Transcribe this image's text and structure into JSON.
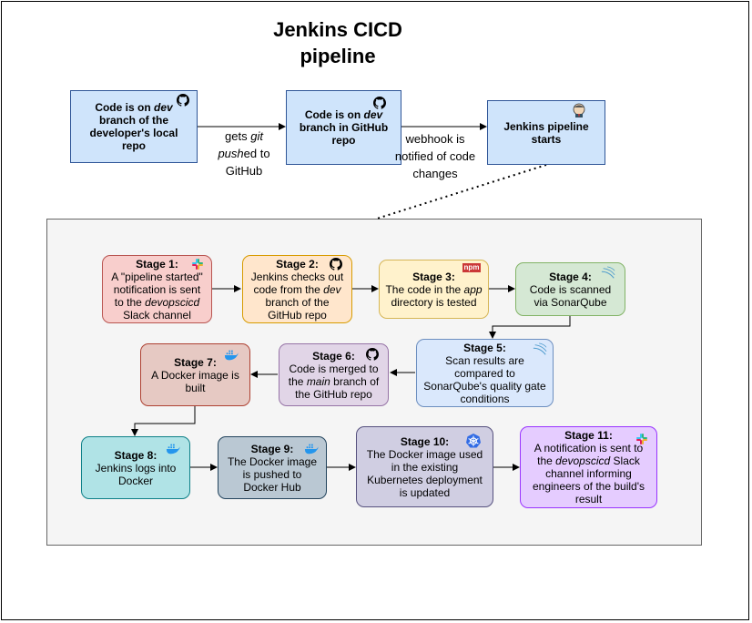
{
  "title_line1": "Jenkins CICD",
  "title_line2": "pipeline",
  "top": {
    "box1": {
      "pre": "Code is on ",
      "em": "dev",
      "post": " branch of the developer's local repo"
    },
    "box2": {
      "pre": "Code is on ",
      "em": "dev",
      "post": " branch in GitHub repo"
    },
    "box3": {
      "text": "Jenkins pipeline starts"
    },
    "edge1": {
      "a": "gets ",
      "em1": "git",
      "em2": "push",
      "b": "ed to GitHub"
    },
    "edge2": {
      "text": "webhook is notified of code changes"
    }
  },
  "stages": {
    "s1": {
      "title": "Stage 1:",
      "a": "A \"pipeline started\" notification is sent to the ",
      "em": "devopscicd",
      "b": " Slack channel"
    },
    "s2": {
      "title": "Stage 2:",
      "a": "Jenkins checks out code from the ",
      "em": "dev",
      "b": " branch of the GitHub repo"
    },
    "s3": {
      "title": "Stage 3:",
      "a": "The code in the ",
      "em": "app",
      "b": " directory is tested"
    },
    "s4": {
      "title": "Stage 4:",
      "text": "Code is scanned via SonarQube"
    },
    "s5": {
      "title": "Stage 5:",
      "text": "Scan results are compared to SonarQube's quality gate conditions"
    },
    "s6": {
      "title": "Stage 6:",
      "a": "Code is merged to the ",
      "em": "main",
      "b": " branch of the GitHub repo"
    },
    "s7": {
      "title": "Stage 7:",
      "text": "A Docker image is built"
    },
    "s8": {
      "title": "Stage 8:",
      "text": "Jenkins logs into Docker"
    },
    "s9": {
      "title": "Stage 9:",
      "text": "The Docker image is pushed to Docker Hub"
    },
    "s10": {
      "title": "Stage 10:",
      "text": "The Docker image used in the existing Kubernetes deployment is updated"
    },
    "s11": {
      "title": "Stage 11:",
      "a": "A notification is sent to the ",
      "em": "devopscicd",
      "b": " Slack channel informing engineers of the build's result"
    }
  },
  "icons": {
    "top1": "github-icon",
    "top2": "github-icon",
    "top3": "jenkins-icon",
    "s1": "slack-icon",
    "s2": "github-icon",
    "s3": "npm-icon",
    "s4": "sonarqube-icon",
    "s5": "sonarqube-icon",
    "s6": "github-icon",
    "s7": "docker-icon",
    "s8": "docker-icon",
    "s9": "docker-icon",
    "s10": "kubernetes-icon",
    "s11": "slack-icon"
  },
  "icon_text": {
    "npm": "npm"
  },
  "colors": {
    "top_fill": "#cfe4fb",
    "top_border": "#2f5597",
    "s1": "#f8cecc",
    "s2": "#ffe6cc",
    "s3": "#fff2cc",
    "s4": "#d5e8d4",
    "s5": "#dae8fc",
    "s6": "#e1d5e7",
    "s7": "#e6c9c3",
    "s8": "#b0e3e6",
    "s9": "#bac8d3",
    "s10": "#d0cee2",
    "s11": "#e5ccff"
  }
}
